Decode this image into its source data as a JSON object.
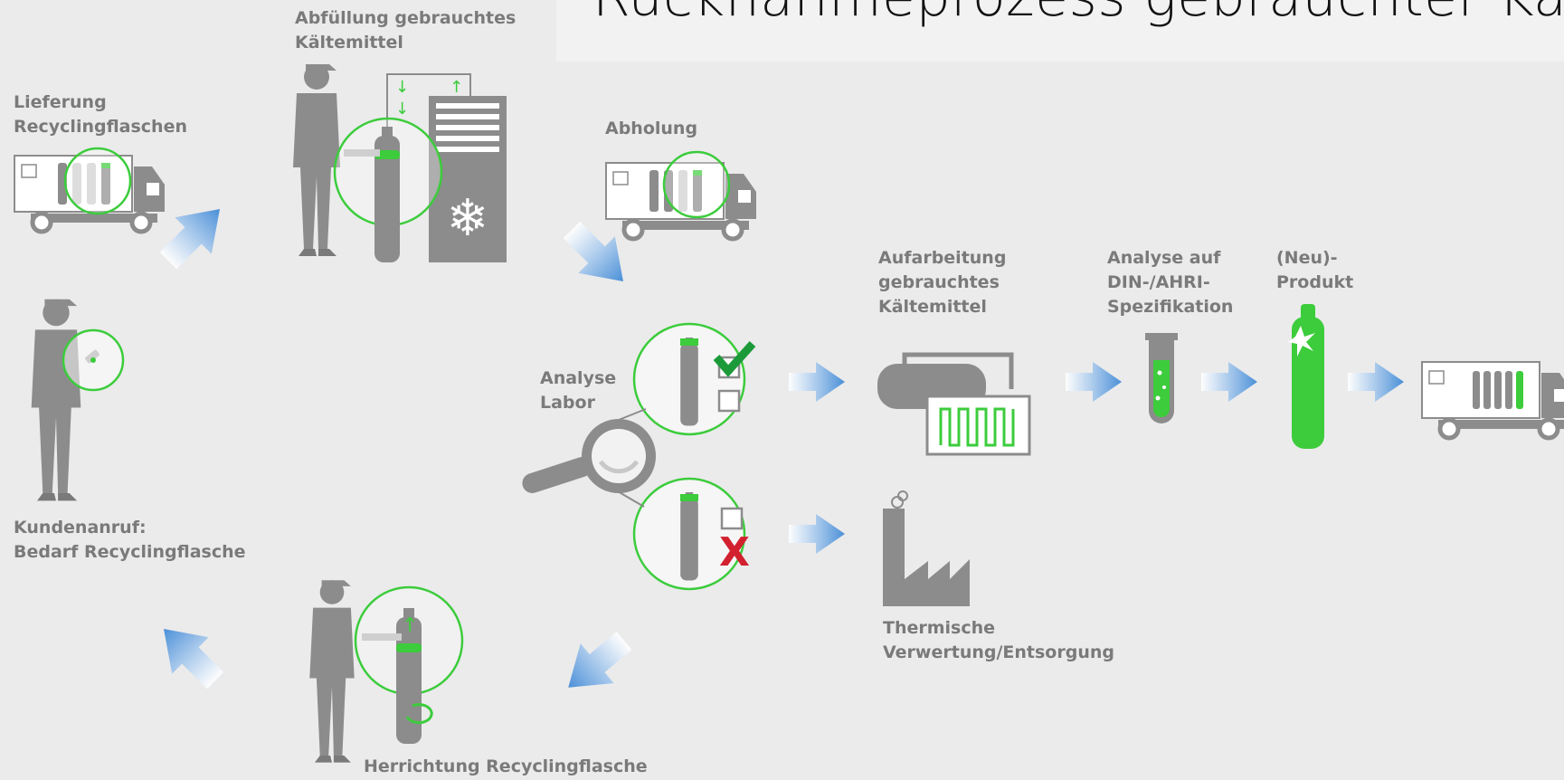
{
  "title": "Rücknahmeprozess gebrauchter Kältemittel",
  "steps": {
    "filling": {
      "line1": "Abfüllung gebrauchtes",
      "line2": "Kältemittel"
    },
    "delivery": {
      "line1": "Lieferung",
      "line2": "Recyclingflaschen"
    },
    "pickup": {
      "line1": "Abholung"
    },
    "lab": {
      "line1": "Analyse",
      "line2": "Labor"
    },
    "customer_call": {
      "line1": "Kundenanruf:",
      "line2": "Bedarf Recyclingflasche"
    },
    "preparation": {
      "line1": "Herrichtung Recyclingflasche"
    },
    "processing": {
      "line1": "Aufarbeitung",
      "line2": "gebrauchtes",
      "line3": "Kältemittel"
    },
    "analysis_spec": {
      "line1": "Analyse auf",
      "line2": "DIN-/AHRI-",
      "line3": "Spezifikation"
    },
    "new_product": {
      "line1": "(Neu)-",
      "line2": "Produkt"
    },
    "thermal": {
      "line1": "Thermische",
      "line2": "Verwertung/Entsorgung"
    }
  },
  "colors": {
    "accent_green": "#3ccc3c",
    "arrow_blue": "#4a8fd8",
    "figure_gray": "#8c8c8c",
    "bg": "#ebebeb",
    "check": "#1c9a3a",
    "cross": "#d2202f"
  },
  "icons": [
    "truck-icon",
    "worker-icon",
    "cylinder-icon",
    "refrigeration-unit-icon",
    "magnifier-icon",
    "checkmark-icon",
    "cross-icon",
    "factory-icon",
    "test-tube-icon",
    "recycling-plant-icon"
  ]
}
